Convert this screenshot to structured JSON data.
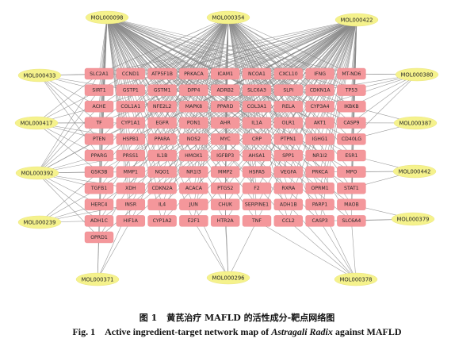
{
  "caption": {
    "cn_label": "图 1",
    "cn_text": "黄芪治疗 MAFLD 的活性成分-靶点网络图",
    "en_label": "Fig. 1",
    "en_text_before": "Active ingredient-target network map of",
    "en_italic": "Astragali Radix",
    "en_text_after": "against MAFLD"
  },
  "network": {
    "targets": [
      [
        "SLC2A1",
        "CCND1",
        "ATP5F1B",
        "PRKACA",
        "ICAM1",
        "NCOA1",
        "CXCL10",
        "IFNG",
        "MT-ND6"
      ],
      [
        "SIRT1",
        "GSTP1",
        "GSTM1",
        "DPP4",
        "ADRB2",
        "SLC6A3",
        "SLPI",
        "CDKN1A",
        "TP53"
      ],
      [
        "ACHE",
        "COL1A1",
        "NFE2L2",
        "MAPK8",
        "PPARD",
        "COL3A1",
        "RELA",
        "CYP3A4",
        "IKBKB"
      ],
      [
        "TF",
        "CYP1A1",
        "EGFR",
        "PON1",
        "AHR",
        "IL1A",
        "OLR1",
        "AKT1",
        "CASP9"
      ],
      [
        "PTEN",
        "HSPB1",
        "PPARA",
        "NOS2",
        "MYC",
        "CRP",
        "PTPN1",
        "IGHG1",
        "CD40LG"
      ],
      [
        "PPARG",
        "PRSS1",
        "IL1B",
        "HMOX1",
        "IGFBP3",
        "AHSA1",
        "SPP1",
        "NR1I2",
        "ESR1"
      ],
      [
        "GSK3B",
        "MMP1",
        "NQO1",
        "NR1I3",
        "MMP2",
        "HSPA5",
        "VEGFA",
        "PRKCA",
        "MPO"
      ],
      [
        "TGFB1",
        "XDH",
        "CDKN2A",
        "ACACA",
        "PTGS2",
        "F2",
        "RXRA",
        "OPRM1",
        "STAT1"
      ],
      [
        "HERC4",
        "INSR",
        "IL4",
        "JUN",
        "CHUK",
        "SERPINE1",
        "ADH1B",
        "PARP1",
        "MAOB"
      ],
      [
        "ADH1C",
        "HIF1A",
        "CYP1A2",
        "E2F1",
        "HTR2A",
        "TNF",
        "CCL2",
        "CASP3",
        "SLC6A4"
      ],
      [
        "OPRD1"
      ]
    ],
    "ingredients": [
      {
        "id": "MOL000098",
        "links": "all"
      },
      {
        "id": "MOL000354",
        "links": "all"
      },
      {
        "id": "MOL000422",
        "links": "all"
      },
      {
        "id": "MOL000433",
        "links": [
          [
            0,
            0
          ],
          [
            1,
            0
          ],
          [
            2,
            0
          ],
          [
            3,
            0
          ],
          [
            4,
            0
          ],
          [
            5,
            0
          ],
          [
            0,
            1
          ],
          [
            1,
            1
          ]
        ]
      },
      {
        "id": "MOL000380",
        "links": [
          [
            0,
            8
          ],
          [
            1,
            8
          ],
          [
            2,
            8
          ],
          [
            3,
            8
          ],
          [
            4,
            8
          ],
          [
            0,
            7
          ],
          [
            1,
            7
          ],
          [
            2,
            7
          ]
        ]
      },
      {
        "id": "MOL000417",
        "links": [
          [
            0,
            0
          ],
          [
            1,
            0
          ],
          [
            2,
            0
          ],
          [
            3,
            0
          ],
          [
            4,
            0
          ],
          [
            5,
            0
          ],
          [
            6,
            0
          ],
          [
            3,
            1
          ],
          [
            4,
            1
          ]
        ]
      },
      {
        "id": "MOL000387",
        "links": [
          [
            3,
            8
          ],
          [
            4,
            8
          ],
          [
            2,
            8
          ]
        ]
      },
      {
        "id": "MOL000392",
        "links": [
          [
            0,
            0
          ],
          [
            1,
            0
          ],
          [
            2,
            0
          ],
          [
            3,
            0
          ],
          [
            4,
            0
          ],
          [
            5,
            0
          ],
          [
            6,
            0
          ],
          [
            7,
            0
          ],
          [
            8,
            0
          ],
          [
            9,
            0
          ],
          [
            10,
            0
          ],
          [
            3,
            1
          ],
          [
            5,
            1
          ],
          [
            6,
            1
          ],
          [
            7,
            1
          ]
        ]
      },
      {
        "id": "MOL000442",
        "links": [
          [
            5,
            8
          ],
          [
            6,
            8
          ],
          [
            7,
            8
          ],
          [
            6,
            7
          ]
        ]
      },
      {
        "id": "MOL000239",
        "links": [
          [
            6,
            0
          ],
          [
            7,
            0
          ],
          [
            8,
            0
          ],
          [
            9,
            0
          ],
          [
            8,
            1
          ]
        ]
      },
      {
        "id": "MOL000379",
        "links": [
          [
            8,
            8
          ],
          [
            9,
            8
          ],
          [
            9,
            7
          ]
        ]
      },
      {
        "id": "MOL000371",
        "links": [
          [
            9,
            0
          ],
          [
            10,
            0
          ],
          [
            9,
            1
          ],
          [
            8,
            1
          ]
        ]
      },
      {
        "id": "MOL000296",
        "links": [
          [
            9,
            3
          ],
          [
            9,
            4
          ],
          [
            9,
            5
          ],
          [
            8,
            4
          ],
          [
            8,
            3
          ]
        ]
      },
      {
        "id": "MOL000378",
        "links": [
          [
            9,
            6
          ],
          [
            9,
            7
          ],
          [
            9,
            8
          ],
          [
            8,
            6
          ],
          [
            8,
            7
          ],
          [
            9,
            5
          ]
        ]
      }
    ]
  }
}
